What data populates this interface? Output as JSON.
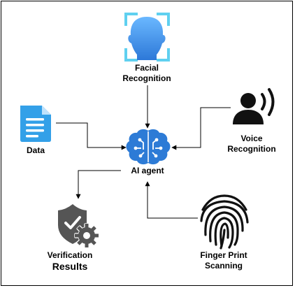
{
  "nodes": {
    "facial": {
      "line1": "Facial",
      "line2": "Recognition",
      "icon": "face-scan-icon"
    },
    "data": {
      "label": "Data",
      "icon": "document-icon"
    },
    "voice": {
      "line1": "Voice",
      "line2": "Recognition",
      "icon": "speaking-person-icon"
    },
    "agent": {
      "label": "AI agent",
      "icon": "ai-brain-icon"
    },
    "verification": {
      "line1": "Verification",
      "line2": "Results",
      "icon": "shield-check-gear-icon"
    },
    "fingerprint": {
      "line1": "Finger Print",
      "line2": "Scanning",
      "icon": "fingerprint-icon"
    }
  },
  "colors": {
    "accent_blue": "#2d7bd6",
    "light_blue": "#4aa8ff",
    "cyan_frame": "#5fd0f0",
    "doc_blue": "#33a0e8",
    "dark": "#111111",
    "gray": "#555555"
  }
}
